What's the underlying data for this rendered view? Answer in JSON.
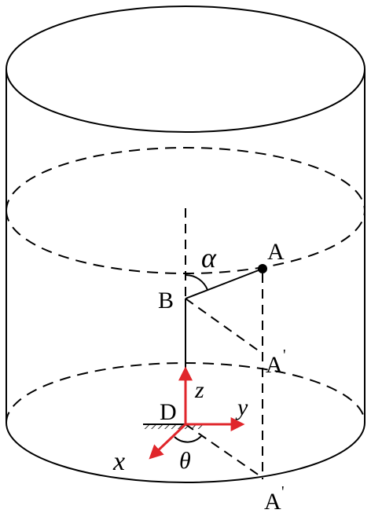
{
  "labels": {
    "A": "A",
    "B": "B",
    "D": "D",
    "A_prime_mid": "A",
    "A_prime_mid_mark": "'",
    "A_prime_bottom": "A",
    "A_prime_bottom_mark": "'",
    "alpha": "α",
    "theta": "θ",
    "x": "x",
    "y": "y",
    "z": "z"
  },
  "colors": {
    "line": "#000000",
    "axis": "#e0262b",
    "background": "#ffffff"
  }
}
